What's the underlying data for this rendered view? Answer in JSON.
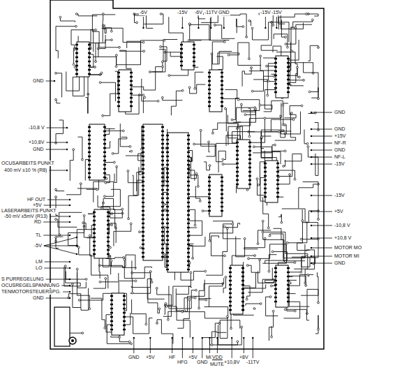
{
  "diagram": {
    "labels": [
      "GND",
      "-10,8 V",
      "+10,8V",
      "GND",
      "OCUSARBEITS PUNKT",
      "400 mV ±10 % (R8)",
      "HF OUT",
      "+5V",
      "LASERARBEITS PUNKT",
      "-50 mV ±5mV (R13)",
      "RD",
      "TL",
      "-5V",
      "LM",
      "LO",
      "S PURREGELUNG",
      "OCUSREGELSPANNUNG",
      "TENMOTORSTEUERSPG.",
      "GND",
      "-6V",
      "-15V",
      "-6V",
      "-11TV",
      "GND",
      "-15V",
      "-15V",
      "GND",
      "GND",
      "+15V",
      "NF-R",
      "GND",
      "NF-L",
      "-15V",
      "-15V",
      "+5V",
      "-10,8 V",
      "+10,8 V",
      "MOTOR MO",
      "MOTOR MI",
      "GND",
      "GND",
      "+5V",
      "HF",
      "HFG",
      "+5V",
      "GND",
      "MC",
      "VDD",
      "MUTE",
      "+10,8V",
      "+8V",
      "-11TV"
    ]
  }
}
